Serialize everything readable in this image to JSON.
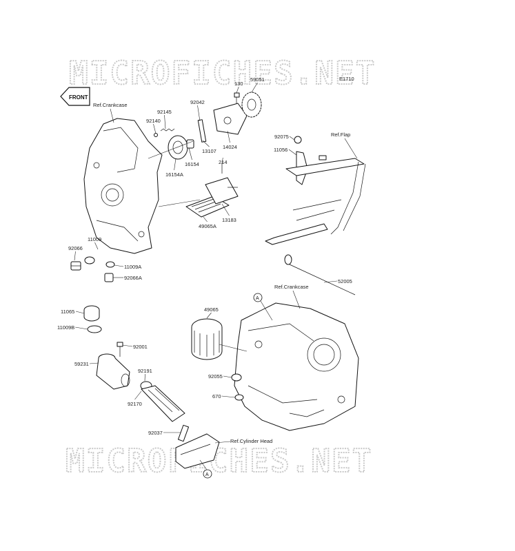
{
  "diagram_code": "E1710",
  "watermark": "MICROFICHES.NET",
  "front_badge": "FRONT",
  "callout_a": "A",
  "refs": {
    "crankcase_top": "Ref.Crankcase",
    "flap": "Ref.Flap",
    "crankcase_lower": "Ref.Crankcase",
    "cylinder_head": "Ref.Cylinder Head"
  },
  "part_labels": [
    "130",
    "59051",
    "92042",
    "92145",
    "92140",
    "16154",
    "16154A",
    "13107",
    "14024",
    "214",
    "13183",
    "49065A",
    "11009",
    "92066",
    "11009A",
    "92066A",
    "92075",
    "11056",
    "52005",
    "49065",
    "11065",
    "11009B",
    "92001",
    "59231",
    "92191",
    "92170",
    "92055",
    "670",
    "92037"
  ],
  "colors": {
    "line": "#111111",
    "watermark": "#c9c9c9",
    "background": "#ffffff"
  }
}
